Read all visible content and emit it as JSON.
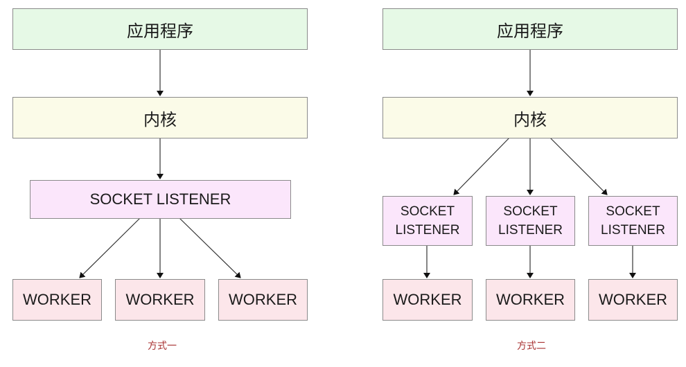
{
  "left": {
    "app": "应用程序",
    "kernel": "内核",
    "socket": "SOCKET LISTENER",
    "workers": [
      "WORKER",
      "WORKER",
      "WORKER"
    ],
    "caption": "方式一"
  },
  "right": {
    "app": "应用程序",
    "kernel": "内核",
    "sockets": [
      {
        "line1": "SOCKET",
        "line2": "LISTENER"
      },
      {
        "line1": "SOCKET",
        "line2": "LISTENER"
      },
      {
        "line1": "SOCKET",
        "line2": "LISTENER"
      }
    ],
    "workers": [
      "WORKER",
      "WORKER",
      "WORKER"
    ],
    "caption": "方式二"
  },
  "colors": {
    "app_fill": "#e6f9e6",
    "kernel_fill": "#fbfbe8",
    "socket_fill": "#fbe6fb",
    "worker_fill": "#fce6ea",
    "caption": "#a83232"
  }
}
